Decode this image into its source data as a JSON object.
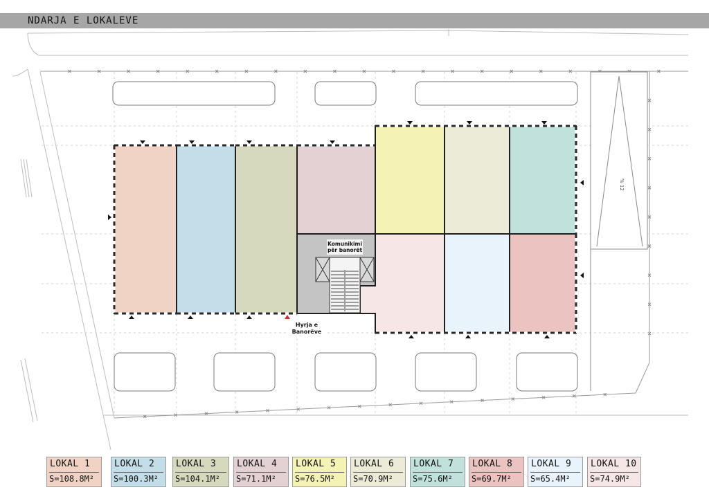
{
  "title": "NDARJA E LOKALEVE",
  "stair_label": [
    "Komunikimi",
    "për banorët"
  ],
  "entrance_label": [
    "Hyrja e",
    "Banorëve"
  ],
  "ramp_label": "% 12",
  "colors": {
    "lokal_1": "#f0d3c4",
    "lokal_2": "#c3dde9",
    "lokal_3": "#d6d9be",
    "lokal_4": "#e3d1d3",
    "lokal_5": "#f5f2b6",
    "lokal_6": "#ecebd7",
    "lokal_7": "#c0e1dc",
    "lokal_8": "#ebc3c1",
    "lokal_9": "#e9f3fb",
    "lokal_10": "#f6e7e6",
    "core": "#c4c4c4",
    "entrance_marker": "#d12b2b"
  },
  "legend": [
    {
      "name": "LOKAL 1",
      "area": "S=108.8M²",
      "color": "#f0d3c4"
    },
    {
      "name": "LOKAL 2",
      "area": "S=100.3M²",
      "color": "#c3dde9"
    },
    {
      "name": "LOKAL 3",
      "area": "S=104.1M²",
      "color": "#d6d9be"
    },
    {
      "name": "LOKAL 4",
      "area": "S=71.1M²",
      "color": "#e3d1d3"
    },
    {
      "name": "LOKAL 5",
      "area": "S=76.5M²",
      "color": "#f5f2b6"
    },
    {
      "name": "LOKAL 6",
      "area": "S=70.9M²",
      "color": "#ecebd7"
    },
    {
      "name": "LOKAL 7",
      "area": "S=75.6M²",
      "color": "#c0e1dc"
    },
    {
      "name": "LOKAL 8",
      "area": "S=69.7M²",
      "color": "#ebc3c1"
    },
    {
      "name": "LOKAL 9",
      "area": "S=65.4M²",
      "color": "#e9f3fb"
    },
    {
      "name": "LOKAL 10",
      "area": "S=74.9M²",
      "color": "#f6e7e6"
    }
  ]
}
